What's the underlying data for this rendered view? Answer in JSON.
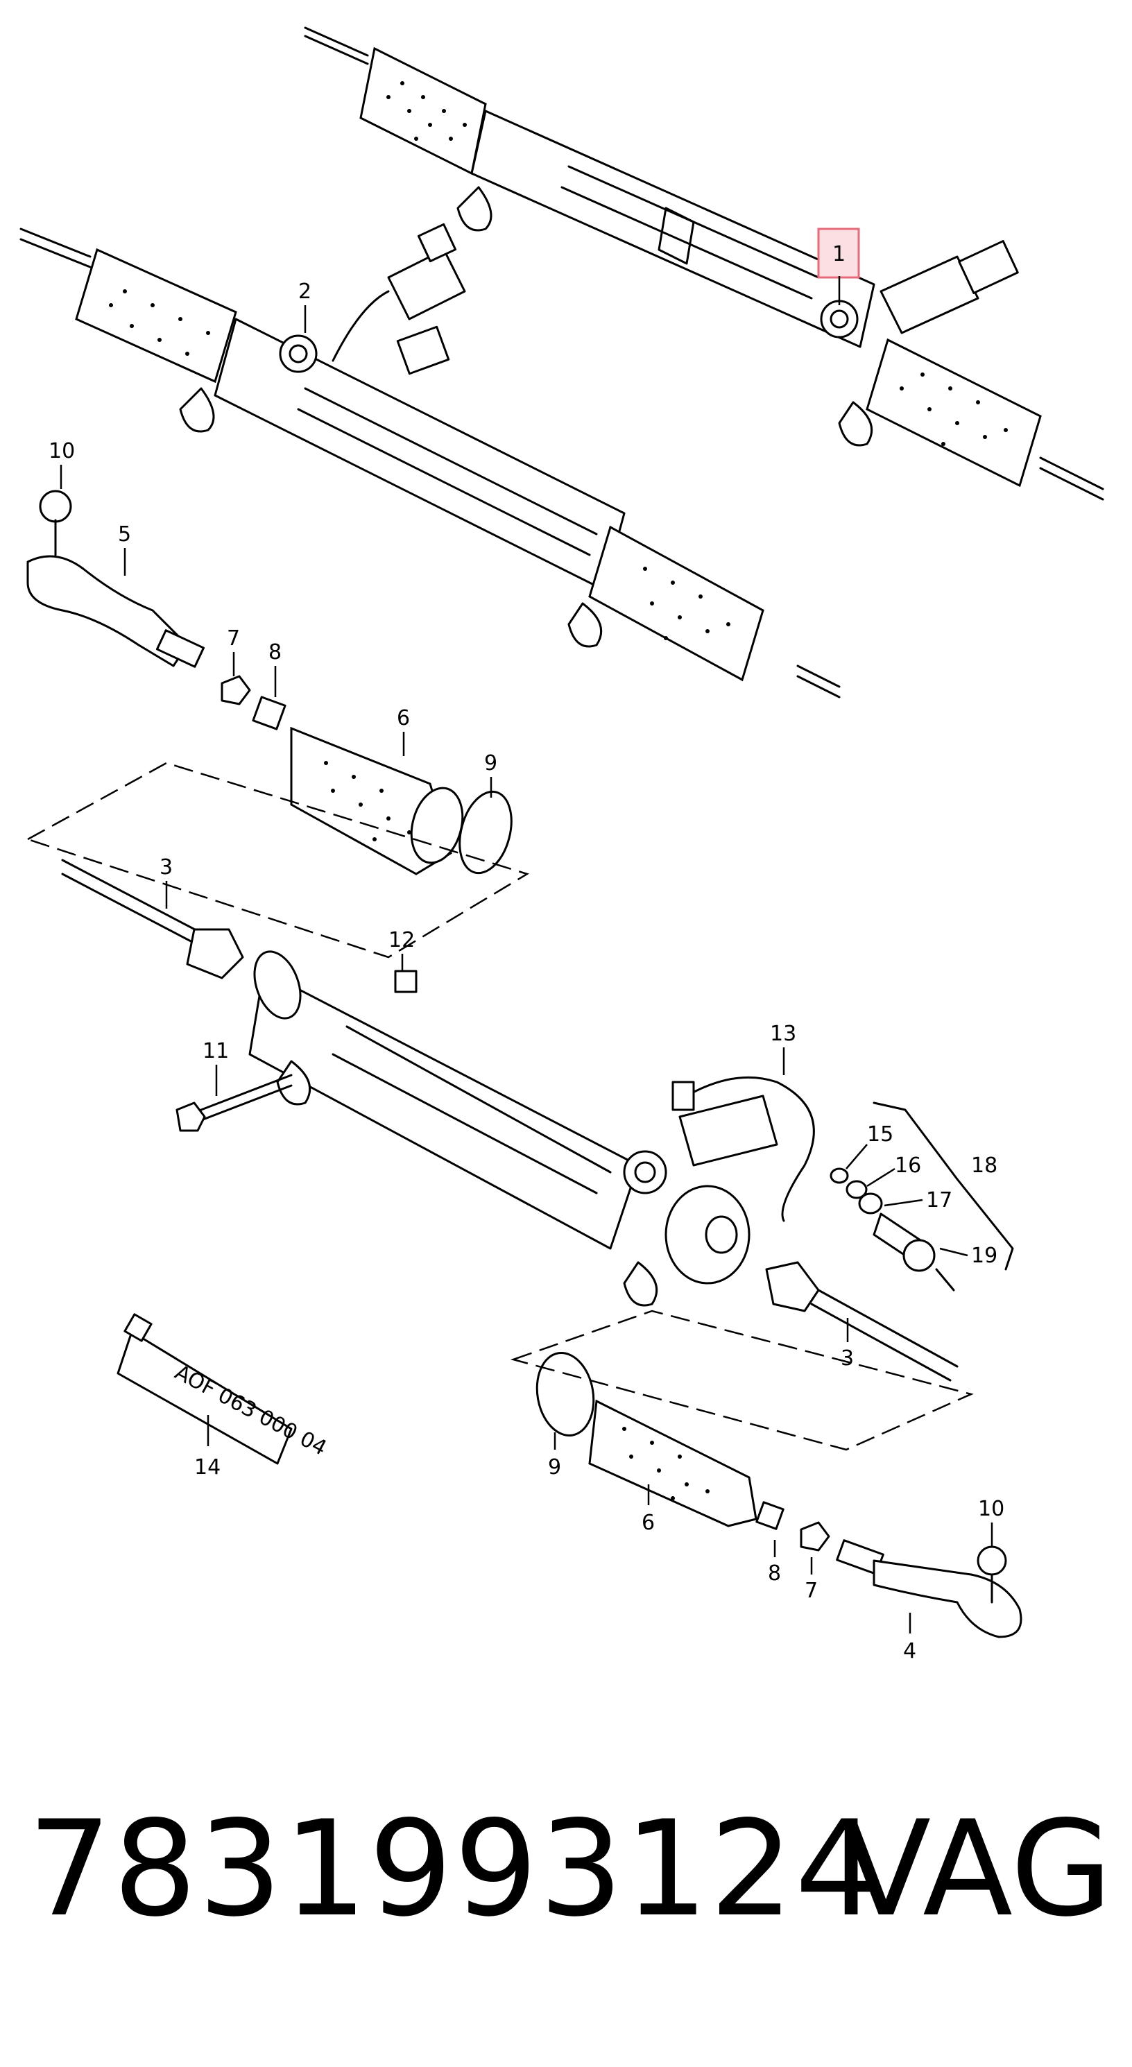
{
  "diagram": {
    "callouts": [
      {
        "id": "1",
        "label": "1",
        "highlighted": true
      },
      {
        "id": "2",
        "label": "2"
      },
      {
        "id": "10a",
        "label": "10"
      },
      {
        "id": "5",
        "label": "5"
      },
      {
        "id": "7a",
        "label": "7"
      },
      {
        "id": "8a",
        "label": "8"
      },
      {
        "id": "6a",
        "label": "6"
      },
      {
        "id": "9a",
        "label": "9"
      },
      {
        "id": "3a",
        "label": "3"
      },
      {
        "id": "12",
        "label": "12"
      },
      {
        "id": "11",
        "label": "11"
      },
      {
        "id": "13",
        "label": "13"
      },
      {
        "id": "15",
        "label": "15"
      },
      {
        "id": "16",
        "label": "16"
      },
      {
        "id": "18",
        "label": "18"
      },
      {
        "id": "17",
        "label": "17"
      },
      {
        "id": "19",
        "label": "19"
      },
      {
        "id": "3b",
        "label": "3"
      },
      {
        "id": "14",
        "label": "14"
      },
      {
        "id": "9b",
        "label": "9"
      },
      {
        "id": "6b",
        "label": "6"
      },
      {
        "id": "10b",
        "label": "10"
      },
      {
        "id": "8b",
        "label": "8"
      },
      {
        "id": "7b",
        "label": "7"
      },
      {
        "id": "4",
        "label": "4"
      }
    ],
    "tube_label": "AOF 063 000 04",
    "highlight_color": "#e66a7a"
  },
  "footer": {
    "part_number": "7831993124",
    "brand": "VAG"
  }
}
